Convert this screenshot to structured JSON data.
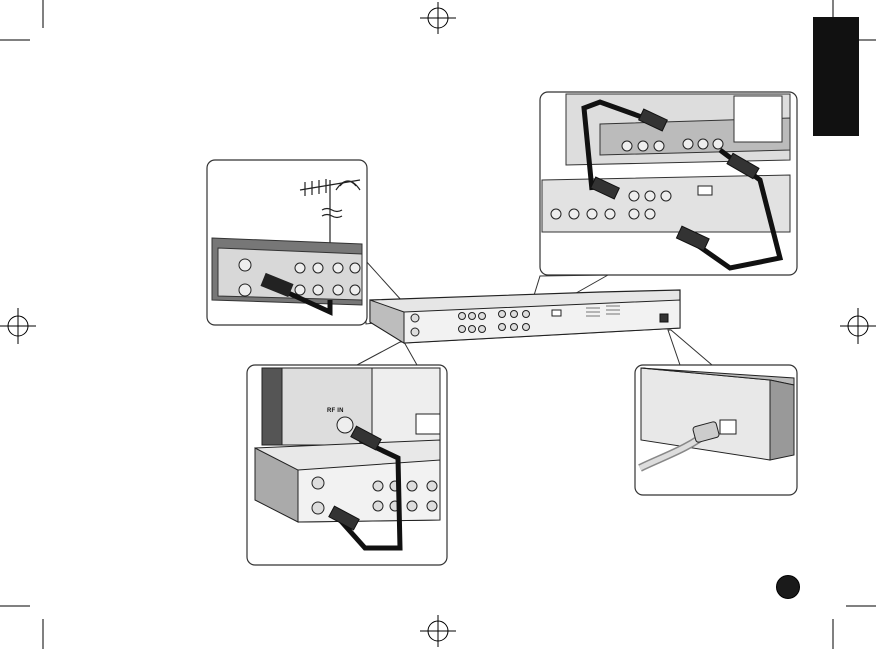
{
  "page": {
    "panel_labels": {
      "rf_in_label": "RF IN"
    },
    "panels": [
      {
        "name": "antenna-connection-panel"
      },
      {
        "name": "tv-av-connection-panel"
      },
      {
        "name": "rf-tv-connection-panel"
      },
      {
        "name": "power-connection-panel"
      },
      {
        "name": "main-recorder-panel"
      }
    ]
  }
}
